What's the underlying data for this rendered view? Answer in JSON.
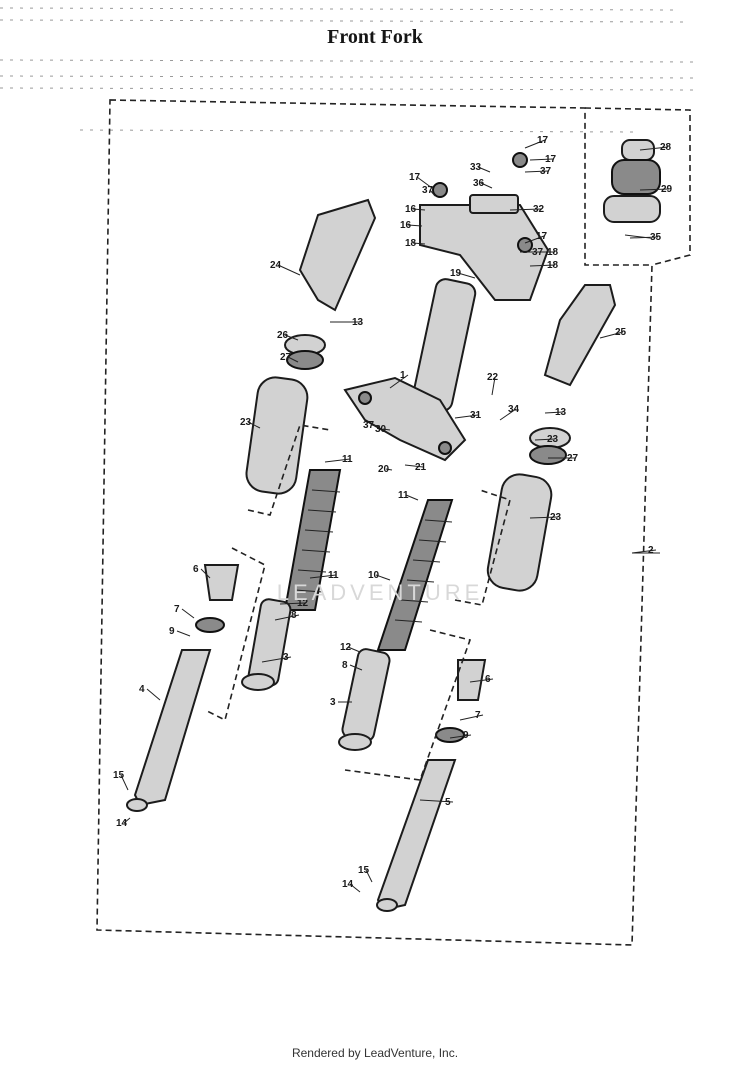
{
  "title": "Front Fork",
  "footer": "Rendered by LeadVenture, Inc.",
  "watermark": "LEADVENTURE",
  "colors": {
    "ink": "#1c1c1c",
    "paper": "#ffffff",
    "part_fill": "#d2d2d2"
  },
  "callouts": [
    "1",
    "2",
    "3",
    "3",
    "4",
    "5",
    "6",
    "6",
    "7",
    "7",
    "8",
    "8",
    "9",
    "9",
    "10",
    "11",
    "11",
    "11",
    "12",
    "12",
    "13",
    "13",
    "14",
    "14",
    "15",
    "15",
    "16",
    "16",
    "17",
    "17",
    "17",
    "17",
    "18",
    "18",
    "18",
    "19",
    "20",
    "21",
    "22",
    "23",
    "23",
    "23",
    "24",
    "25",
    "26",
    "27",
    "27",
    "28",
    "29",
    "30",
    "31",
    "32",
    "33",
    "34",
    "35",
    "36",
    "37",
    "37",
    "37",
    "37"
  ]
}
